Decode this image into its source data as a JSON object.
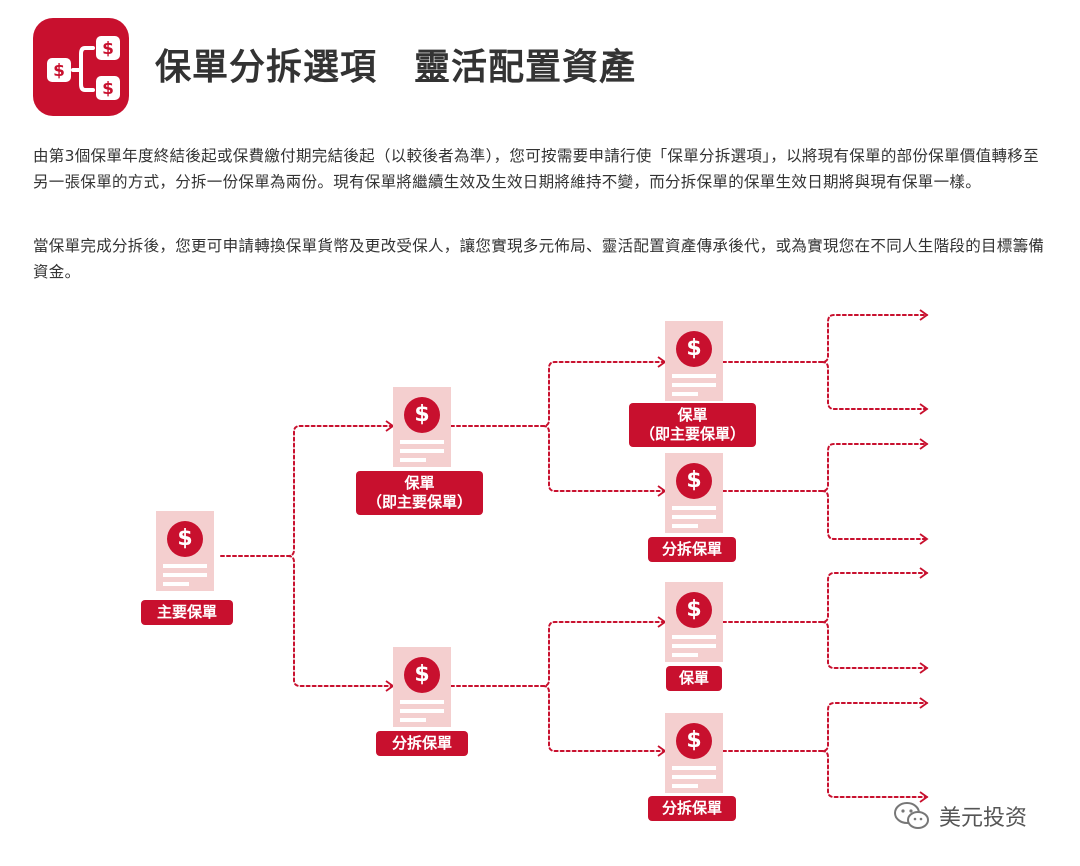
{
  "header": {
    "title": "保單分拆選項　靈活配置資產"
  },
  "intro": {
    "p1": "由第3個保單年度終結後起或保費繳付期完結後起（以較後者為準），您可按需要申請行使「保單分拆選項」，以將現有保單的部份保單價值轉移至另一張保單的方式，分拆一份保單為兩份。現有保單將繼續生效及生效日期將維持不變，而分拆保單的保單生效日期將與現有保單一樣。",
    "p2": "當保單完成分拆後，您更可申請轉換保單貨幣及更改受保人，讓您實現多元佈局、靈活配置資產傳承後代，或為實現您在不同人生階段的目標籌備資金。"
  },
  "icons": {
    "dollar": "$",
    "logo": "split-dollar-icon",
    "wechat": "wechat-icon"
  },
  "nodes": {
    "main_label": "主要保單",
    "b1_label_1": "保單",
    "b1_label_2": "（即主要保單）",
    "b2_label": "分拆保單",
    "c1_label_1": "保單",
    "c1_label_2": "（即主要保單）",
    "c2_label": "分拆保單",
    "c3_label": "保單",
    "c4_label": "分拆保單"
  },
  "watermark": {
    "text": "美元投资"
  },
  "colors": {
    "brand_red": "#c8102e",
    "doc_pink": "#f4cfcf",
    "text": "#333333"
  }
}
